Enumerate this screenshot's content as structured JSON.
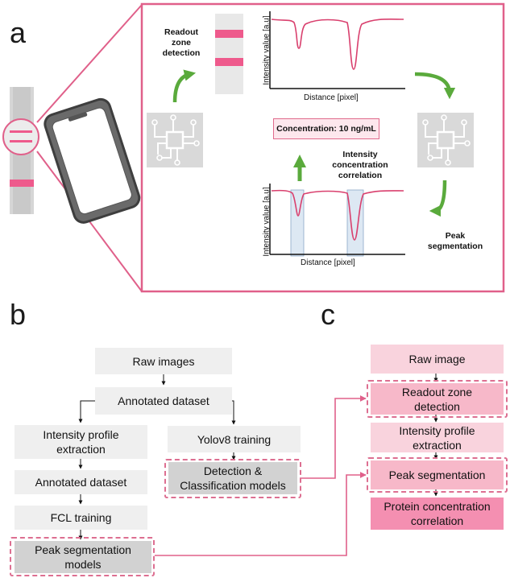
{
  "panels": {
    "a": "a",
    "b": "b",
    "c": "c"
  },
  "panel_a": {
    "readout_zone_detection": "Readout\nzone\ndetection",
    "peak_segmentation": "Peak\nsegmentation",
    "intensity_correlation": "Intensity\nconcentration\ncorrelation",
    "concentration": "Concentration: 10 ng/mL",
    "top_plot": {
      "xlabel": "Distance [pixel]",
      "ylabel": "Intensity value [a.u]"
    },
    "bottom_plot": {
      "xlabel": "Distance [pixel]",
      "ylabel": "Intensity value [a.u]"
    }
  },
  "panel_b": {
    "raw_images": "Raw images",
    "annotated_dataset_top": "Annotated dataset",
    "intensity_profile_extraction": "Intensity profile\nextraction",
    "annotated_dataset": "Annotated dataset",
    "fcl_training": "FCL training",
    "peak_segmentation_models": "Peak segmentation\nmodels",
    "yolov8_training": "Yolov8 training",
    "detection_models": "Detection &\nClassification models"
  },
  "panel_c": {
    "raw_image": "Raw image",
    "readout_zone_detection": "Readout zone\ndetection",
    "intensity_profile_extraction": "Intensity profile\nextraction",
    "peak_segmentation": "Peak segmentation",
    "protein_concentration_correlation": "Protein concentration\ncorrelation"
  },
  "colors": {
    "accent_pink": "#e0608a",
    "arrow_green": "#5aaa3c",
    "curve_pink": "#d9406e"
  }
}
